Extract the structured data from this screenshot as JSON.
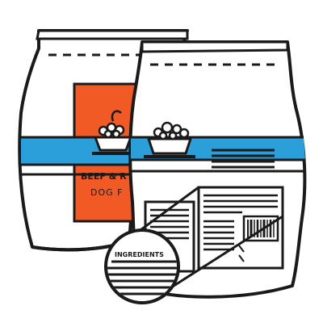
{
  "illustration": {
    "subject": "Two dog food bags with a magnifying lens over an ingredients label",
    "back_bag": {
      "label_line1": "BEEF & R",
      "label_line2": "DOG F",
      "label_color": "#F15A24",
      "band_color": "#2B9FD9"
    },
    "front_bag": {
      "band_color": "#2B9FD9"
    },
    "magnifier": {
      "label": "INGREDIENTS"
    },
    "colors": {
      "outline": "#1a1a1a",
      "background": "#ffffff",
      "orange": "#F15A24",
      "blue": "#2B9FD9"
    },
    "icons": [
      "dog-bowl-icon",
      "barcode-icon",
      "magnifier-lens-icon"
    ]
  }
}
